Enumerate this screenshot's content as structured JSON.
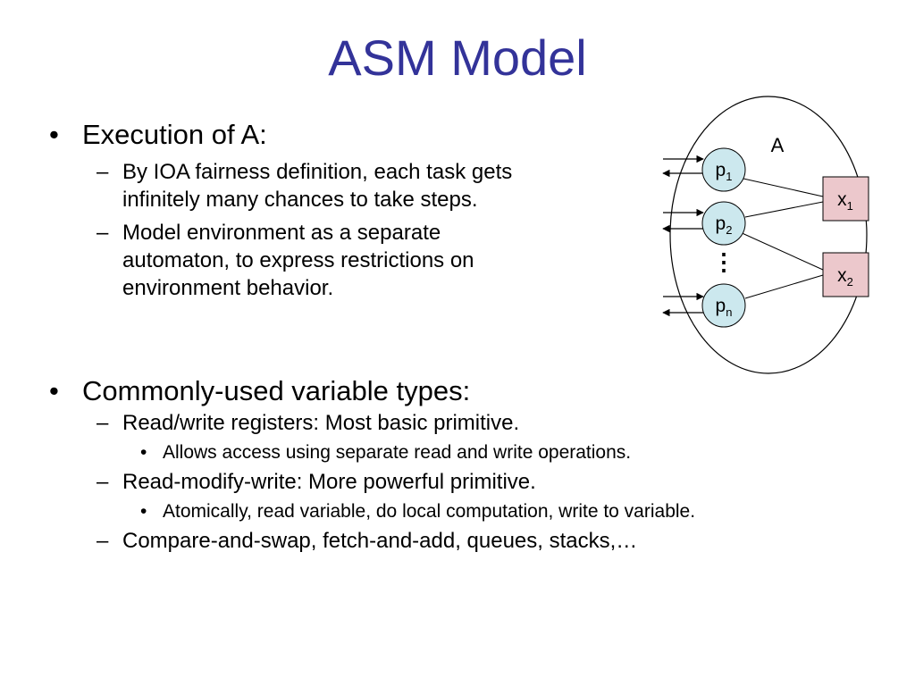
{
  "slide": {
    "title": "ASM Model",
    "bullet_char": "•",
    "dash_char": "–",
    "sections": [
      {
        "heading": "Execution of A:",
        "subs": [
          {
            "lines": [
              "By IOA fairness definition, each task gets",
              "infinitely many chances to take steps."
            ]
          },
          {
            "lines": [
              "Model environment as a separate",
              "automaton, to express restrictions on",
              "environment behavior."
            ]
          }
        ]
      },
      {
        "heading": "Commonly-used variable types:",
        "subs": [
          {
            "lines": [
              "Read/write registers:  Most basic primitive."
            ],
            "sub": "Allows access using separate read and write operations."
          },
          {
            "lines": [
              "Read-modify-write:  More powerful primitive."
            ],
            "sub": "Atomically, read variable, do local computation, write to variable."
          },
          {
            "lines": [
              "Compare-and-swap, fetch-and-add, queues, stacks,…"
            ]
          }
        ]
      }
    ]
  },
  "diagram": {
    "automaton_label": "A",
    "processes": [
      {
        "base": "p",
        "sub": "1"
      },
      {
        "base": "p",
        "sub": "2"
      },
      {
        "base": "p",
        "sub": "n"
      }
    ],
    "ellipsis": "⋮",
    "variables": [
      {
        "base": "x",
        "sub": "1"
      },
      {
        "base": "x",
        "sub": "2"
      }
    ],
    "colors": {
      "title": "#333399",
      "process_fill": "#cce8ee",
      "variable_fill": "#ecc8cc",
      "stroke": "#000000"
    }
  }
}
